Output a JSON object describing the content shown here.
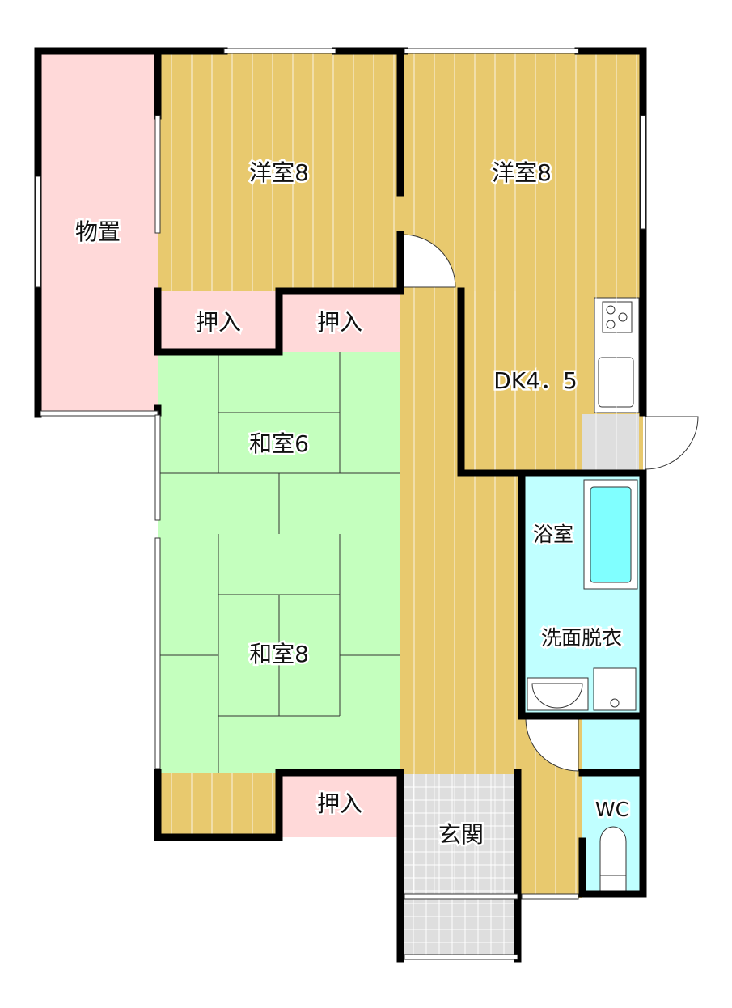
{
  "rooms": {
    "storage": "物置",
    "western_left": "洋室8",
    "western_right": "洋室8",
    "closet_1": "押入",
    "closet_2": "押入",
    "closet_3": "押入",
    "japanese_6": "和室6",
    "japanese_8": "和室8",
    "dk": "DK4．5",
    "bath": "浴室",
    "washroom": "洗面脱衣",
    "wc": "WC",
    "entrance": "玄関"
  },
  "colors": {
    "wood": "#E8C96E",
    "closet": "#FFD9D9",
    "tatami": "#C4FFBE",
    "wet": "#C0FFFF",
    "tub": "#80FFFF",
    "tile": "#DEDEDE",
    "wall": "#000000"
  }
}
